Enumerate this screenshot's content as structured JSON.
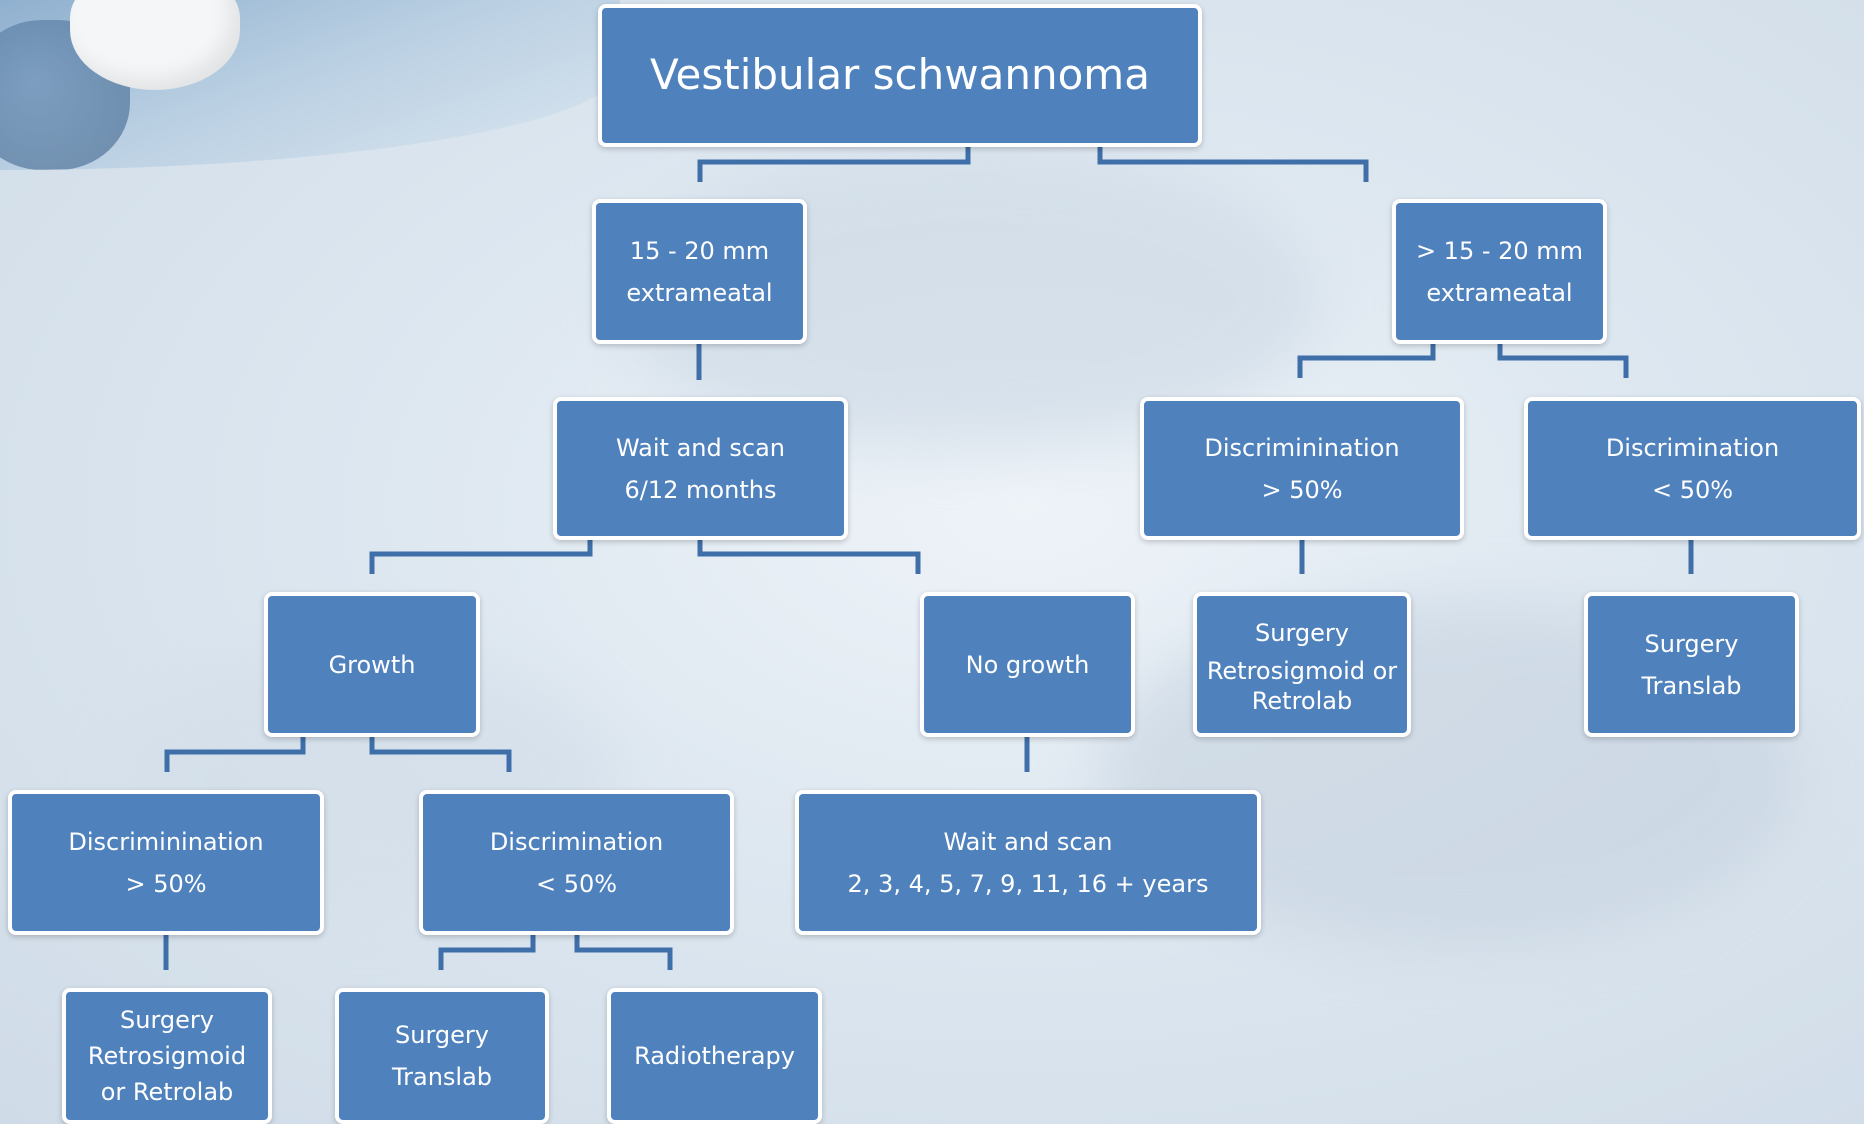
{
  "diagram": {
    "root": {
      "lines": [
        "Vestibular schwannoma"
      ]
    },
    "n_small": {
      "lines": [
        "15 - 20 mm",
        "extrameatal"
      ]
    },
    "n_large": {
      "lines": [
        "> 15 - 20 mm",
        "extrameatal"
      ]
    },
    "n_wait": {
      "lines": [
        "Wait and scan",
        "6/12 months"
      ]
    },
    "n_disc_gt_right": {
      "lines": [
        "Discriminination",
        "> 50%"
      ]
    },
    "n_disc_lt_right": {
      "lines": [
        "Discrimination",
        "< 50%"
      ]
    },
    "n_growth": {
      "lines": [
        "Growth"
      ]
    },
    "n_nogrowth": {
      "lines": [
        "No growth"
      ]
    },
    "n_surg_retro_right": {
      "lines": [
        "Surgery",
        "Retrosigmoid or",
        "Retrolab"
      ]
    },
    "n_surg_trans_right": {
      "lines": [
        "Surgery",
        "Translab"
      ]
    },
    "n_disc_gt_left": {
      "lines": [
        "Discriminination",
        "> 50%"
      ]
    },
    "n_disc_lt_left": {
      "lines": [
        "Discrimination",
        "< 50%"
      ]
    },
    "n_wait_years": {
      "lines": [
        "Wait and scan",
        "2, 3, 4, 5, 7, 9, 11, 16 + years"
      ]
    },
    "n_surg_retro_left": {
      "lines": [
        "Surgery",
        "Retrosigmoid",
        "or Retrolab"
      ]
    },
    "n_surg_trans_left": {
      "lines": [
        "Surgery",
        "Translab"
      ]
    },
    "n_radio": {
      "lines": [
        "Radiotherapy"
      ]
    }
  },
  "colors": {
    "box_fill": "#4f81bd",
    "box_border": "#ffffff",
    "connector": "#3f6fa8",
    "text": "#ffffff"
  }
}
